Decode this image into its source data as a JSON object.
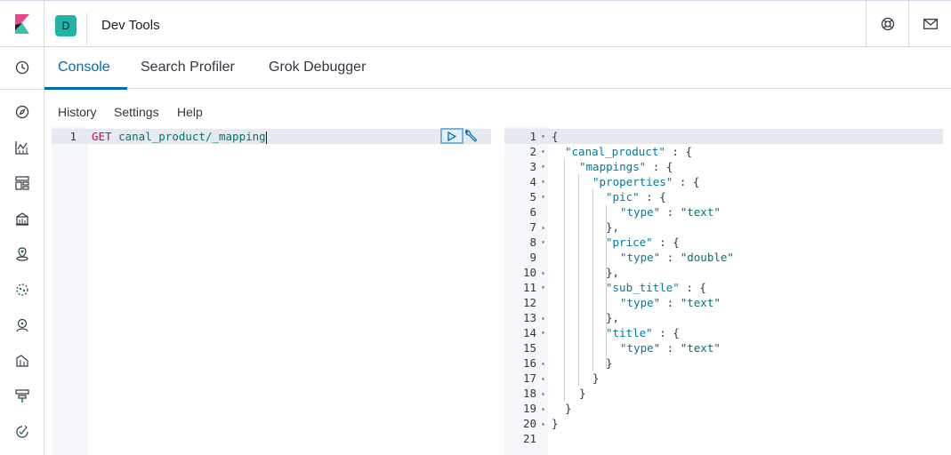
{
  "header": {
    "space_initial": "D",
    "app_title": "Dev Tools"
  },
  "icons": {
    "logo": "kibana-logo-icon",
    "help": "help-lifebuoy-icon",
    "mail": "newsfeed-mail-icon",
    "nav": [
      "clock-icon",
      "compass-icon",
      "visualize-icon",
      "dashboard-icon",
      "canvas-icon",
      "maps-icon",
      "ml-icon",
      "metrics-icon",
      "logs-icon",
      "apm-icon",
      "uptime-icon"
    ]
  },
  "tabs": [
    {
      "label": "Console",
      "active": true
    },
    {
      "label": "Search Profiler",
      "active": false
    },
    {
      "label": "Grok Debugger",
      "active": false
    }
  ],
  "submenu": {
    "history": "History",
    "settings": "Settings",
    "help": "Help"
  },
  "request": {
    "line_number": "1",
    "method": "GET",
    "path": "canal_product/_mapping"
  },
  "response": {
    "lines": [
      {
        "n": "1",
        "fold": "▾"
      },
      {
        "n": "2",
        "fold": "▾"
      },
      {
        "n": "3",
        "fold": "▾"
      },
      {
        "n": "4",
        "fold": "▾"
      },
      {
        "n": "5",
        "fold": "▾"
      },
      {
        "n": "6",
        "fold": ""
      },
      {
        "n": "7",
        "fold": "▴"
      },
      {
        "n": "8",
        "fold": "▾"
      },
      {
        "n": "9",
        "fold": ""
      },
      {
        "n": "10",
        "fold": "▴"
      },
      {
        "n": "11",
        "fold": "▾"
      },
      {
        "n": "12",
        "fold": ""
      },
      {
        "n": "13",
        "fold": "▴"
      },
      {
        "n": "14",
        "fold": "▾"
      },
      {
        "n": "15",
        "fold": ""
      },
      {
        "n": "16",
        "fold": "▴"
      },
      {
        "n": "17",
        "fold": "▴"
      },
      {
        "n": "18",
        "fold": "▴"
      },
      {
        "n": "19",
        "fold": "▴"
      },
      {
        "n": "20",
        "fold": "▴"
      },
      {
        "n": "21",
        "fold": ""
      }
    ],
    "text": {
      "l1": "{",
      "l2_key": "\"canal_product\"",
      "l2_rest": " : {",
      "l3_key": "\"mappings\"",
      "l3_rest": " : {",
      "l4_key": "\"properties\"",
      "l4_rest": " : {",
      "l5_key": "\"pic\"",
      "l5_rest": " : {",
      "l6_key": "\"type\"",
      "l6_sep": " : ",
      "l6_val": "\"text\"",
      "l7": "},",
      "l8_key": "\"price\"",
      "l8_rest": " : {",
      "l9_key": "\"type\"",
      "l9_sep": " : ",
      "l9_val": "\"double\"",
      "l10": "},",
      "l11_key": "\"sub_title\"",
      "l11_rest": " : {",
      "l12_key": "\"type\"",
      "l12_sep": " : ",
      "l12_val": "\"text\"",
      "l13": "},",
      "l14_key": "\"title\"",
      "l14_rest": " : {",
      "l15_key": "\"type\"",
      "l15_sep": " : ",
      "l15_val": "\"text\"",
      "l16": "}",
      "l17": "}",
      "l18": "}",
      "l19": "}",
      "l20": "}"
    }
  }
}
